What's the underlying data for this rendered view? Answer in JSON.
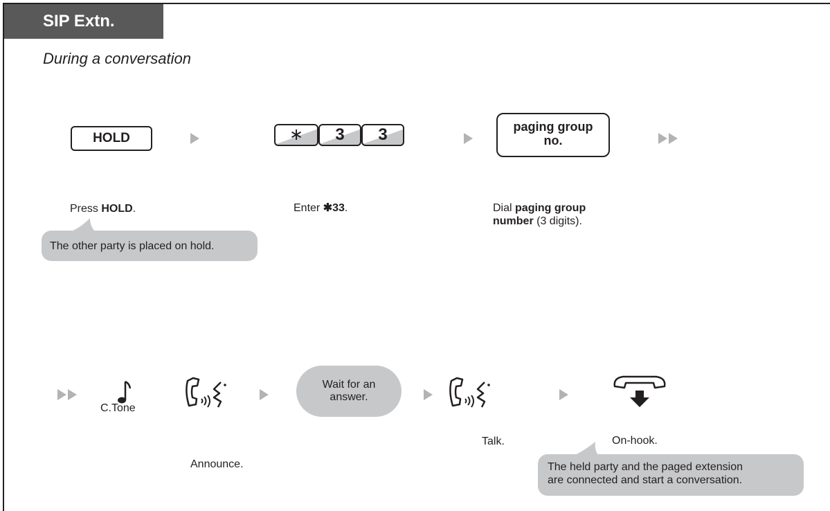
{
  "header": {
    "tab_label": "SIP Extn.",
    "subtitle": "During a conversation"
  },
  "row1": {
    "hold_key": "HOLD",
    "keys": [
      "∗",
      "3",
      "3"
    ],
    "paging_key_line1": "paging group",
    "paging_key_line2": "no.",
    "step1": {
      "prefix": "Press ",
      "bold": "HOLD",
      "suffix": "."
    },
    "step1_bubble": "The other party is placed on hold.",
    "step2": {
      "prefix": "Enter ",
      "bold": "✱33",
      "suffix": "."
    },
    "step3": {
      "prefix": "Dial ",
      "bold": "paging group",
      "bold2": "number",
      "suffix": " (3 digits)."
    }
  },
  "row2": {
    "tone_label": "C.Tone",
    "announce_label": "Announce.",
    "wait_pill_line1": "Wait for an",
    "wait_pill_line2": "answer.",
    "talk_label": "Talk.",
    "onhook_label": "On-hook.",
    "final_bubble_line1": "The held party and the paged extension",
    "final_bubble_line2": "are connected and start a conversation."
  },
  "icons": {
    "arrow": "play-triangle",
    "double_arrow": "double-play-triangle",
    "tone": "music-note",
    "talk": "handset-talking",
    "onhook": "handset-down"
  }
}
